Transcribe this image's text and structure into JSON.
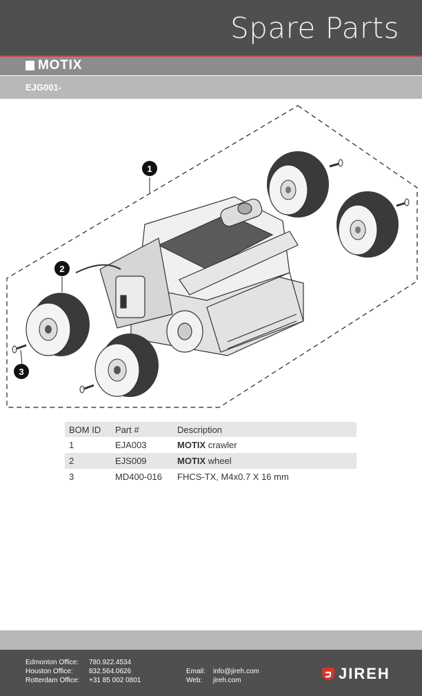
{
  "header": {
    "title": "Spare Parts"
  },
  "brand": {
    "name": "MOTIX"
  },
  "model": {
    "code": "EJG001-"
  },
  "callouts": [
    "1",
    "2",
    "3"
  ],
  "bom": {
    "headers": [
      "BOM ID",
      "Part #",
      "Description"
    ],
    "rows": [
      {
        "id": "1",
        "part": "EJA003",
        "brand": "MOTIX",
        "desc": " crawler"
      },
      {
        "id": "2",
        "part": "EJS009",
        "brand": "MOTIX",
        "desc": " wheel"
      },
      {
        "id": "3",
        "part": "MD400-016",
        "brand": "",
        "desc": "FHCS-TX, M4x0.7 X 16 mm"
      }
    ]
  },
  "footer": {
    "offices": [
      {
        "name": "Edmonton Office:",
        "phone": "780.922.4534"
      },
      {
        "name": "Houston Office:",
        "phone": "832.564.0626"
      },
      {
        "name": "Rotterdam Office:",
        "phone": "+31 85 002 0801"
      }
    ],
    "email_label": "Email:",
    "email": "info@jireh.com",
    "web_label": "Web:",
    "web": "jireh.com",
    "logo_text": "JIREH"
  },
  "colors": {
    "header": "#4f4f4f",
    "accent_red": "#d9342b",
    "band_dark": "#8c8c8c",
    "band_light": "#b8b8b8",
    "row_shade": "#e6e6e6"
  }
}
